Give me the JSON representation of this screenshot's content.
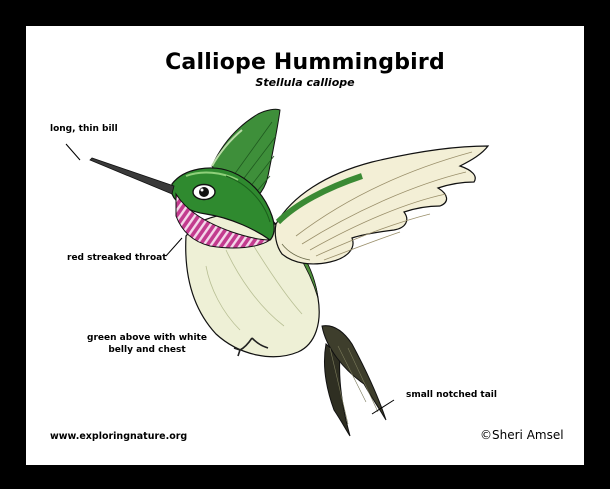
{
  "title": "Calliope Hummingbird",
  "subtitle": "Stellula calliope",
  "labels": {
    "bill": "long, thin bill",
    "throat": "red streaked throat",
    "body_line1": "green above with white",
    "body_line2": "belly and chest",
    "tail": "small notched tail"
  },
  "footer": {
    "website": "www.exploringnature.org",
    "copyright": "©Sheri Amsel"
  },
  "colors": {
    "frame": "#000000",
    "background": "#ffffff",
    "back_green": "#2e8b2e",
    "throat_magenta": "#a0206e",
    "belly_cream": "#eef0d8",
    "wing_cream": "#f3efd8",
    "tail_dark": "#3c3c2c"
  }
}
